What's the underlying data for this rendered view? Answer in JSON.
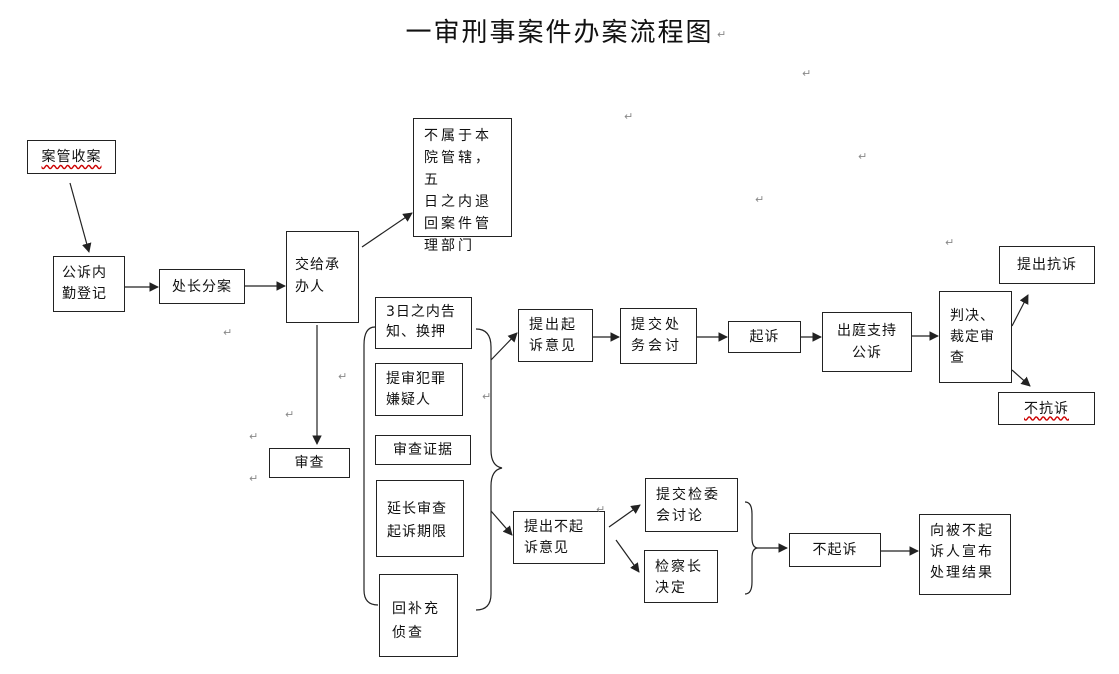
{
  "title": "一审刑事案件办案流程图",
  "nodes": {
    "receive": "案管收案",
    "register": "公诉内\n勤登记",
    "assign": "处长分案",
    "handover": "交给承\n办人",
    "not_jurisdiction": "不属于本\n院管辖，五\n日之内退\n回案件管\n理部门",
    "review": "审查",
    "notify": "3日之内告\n知、换押",
    "interrogate": "提审犯罪\n嫌疑人",
    "examine_evidence": "审查证据",
    "extend_period": "延长审查\n起诉期限",
    "supplementary": "回补充\n侦查",
    "propose_prosecute": "提出起\n诉意见",
    "submit_head": "提交处\n务会讨",
    "prosecute": "起诉",
    "court_support": "出庭支持\n公诉",
    "judgment": "判决、\n裁定审\n查",
    "protest": "提出抗诉",
    "no_protest": "不抗诉",
    "propose_no_prosecute": "提出不起\n诉意见",
    "submit_committee": "提交检委\n会讨论",
    "chief_decides": "检察长\n决定",
    "no_prosecution": "不起诉",
    "announce": "向被不起\n诉人宣布\n处理结果"
  },
  "paragraph_mark": "↵",
  "colors": {
    "line": "#222222",
    "background": "#ffffff",
    "spell": "#cc0000"
  }
}
